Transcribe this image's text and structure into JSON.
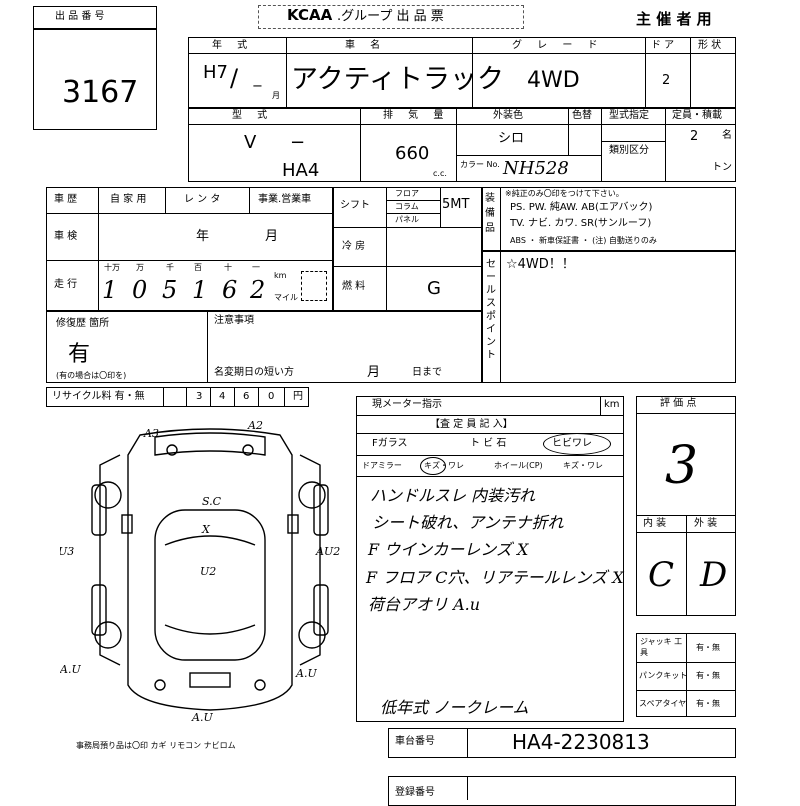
{
  "header": {
    "lot_label": "出 品 番 号",
    "lot_number": "3167",
    "logo": "KCAA",
    "title": ".グループ 出 品 票",
    "host_label": "主 催 者 用"
  },
  "vehicle": {
    "year_label": "年 式",
    "year_value": "H7",
    "year_sep": "/",
    "year_dash": "−",
    "year_month_unit": "月",
    "name_label": "車 名",
    "name_value": "アクティトラック",
    "grade_label": "グ レ ー ド",
    "grade_value": "4WD",
    "doors_label": "ド ア",
    "doors_value": "2",
    "body_label": "形 状",
    "model_label": "型 式",
    "model_prefix": "V",
    "model_dash": "−",
    "model_value": "HA4",
    "disp_label": "排 気 量",
    "disp_value": "660",
    "disp_unit": "c.c.",
    "color_label": "外装色",
    "color_value": "シロ",
    "color_change_label": "色替",
    "color_no_label": "カラー No.",
    "color_no_value": "NH528",
    "type_label": "型式指定",
    "class_label": "類別区分",
    "capacity_label": "定員・積載",
    "capacity_value": "2",
    "capacity_unit": "名",
    "ton_unit": "トン"
  },
  "history": {
    "history_label": "車 歴",
    "private_label": "自 家 用",
    "rental_label": "レ ン タ",
    "business_label": "事業.営業車",
    "inspection_label": "車 検",
    "insp_year_unit": "年",
    "insp_month_unit": "月",
    "mileage_label": "走 行",
    "digit_labels": [
      "十万",
      "万",
      "千",
      "百",
      "十",
      "一"
    ],
    "mileage_digits": [
      "1",
      "0",
      "5",
      "1",
      "6",
      "2"
    ],
    "km_label": "km",
    "mile_label": "マイル",
    "repair_label": "修復歴 箇所",
    "repair_value": "有",
    "repair_note": "(有の場合は〇印を)",
    "recycle_label": "リサイクル料 有・無",
    "recycle_digits": [
      "3",
      "4",
      "6",
      "0"
    ],
    "recycle_unit": "円"
  },
  "shift": {
    "shift_label": "シフト",
    "floor": "フロア",
    "column": "コラム",
    "panel": "パネル",
    "shift_value": "5MT",
    "ac_label": "冷 房",
    "fuel_label": "燃 料",
    "fuel_value": "G"
  },
  "equipment": {
    "label": "装 備 品",
    "line1": "※純正のみ〇印をつけて下さい。",
    "line2": "PS. PW. 純AW. AB(エアバック)",
    "line3": "TV. ナビ. カワ. SR(サンルーフ)",
    "line4": "ABS ・ 新車保証書 ・ (注) 自動送りのみ"
  },
  "sales": {
    "label": "セールスポイント",
    "value": "☆4WD！！"
  },
  "caution": {
    "label": "注意事項",
    "name_change": "名変期日の短い方",
    "month_unit": "月",
    "day_unit": "日まで"
  },
  "inspector": {
    "meter_label": "現メーター指示",
    "meter_unit": "km",
    "section_label": "【査 定 員 記 入】",
    "f_glass": "Fガラス",
    "tobi": "ト ビ 石",
    "hibi": "ヒビワレ",
    "door_mirror": "ドアミラー",
    "kizu_ware": "キズ・ワレ",
    "wheel": "ホイール(CP)",
    "kizu_ware2": "キズ・ワレ",
    "notes": [
      "ハンドルスレ 内装汚れ",
      "シート破れ、アンテナ折れ",
      "F ウインカーレンズ X",
      "F フロア C穴、リアテールレンズ X",
      "荷台アオリ A.u"
    ],
    "footer_note": "低年式 ノークレーム"
  },
  "rating": {
    "label": "評 価 点",
    "score": "3",
    "interior_label": "内 装",
    "exterior_label": "外 装",
    "interior_value": "C",
    "exterior_value": "D"
  },
  "jack": {
    "jack_label": "ジャッキ 工 具",
    "puncture_label": "パンクキット",
    "spare_label": "スペアタイヤ",
    "option": "有・無"
  },
  "diagram": {
    "marks": [
      "A3",
      "A2",
      "S.C",
      "X",
      "U2",
      "AU3",
      "AU2",
      "A.U",
      "A.U",
      "A.U"
    ],
    "footer": "事務局預り品は〇印 カギ リモコン ナビロム"
  },
  "chassis": {
    "label": "車台番号",
    "value": "HA4-2230813"
  },
  "registration": {
    "label": "登録番号"
  }
}
